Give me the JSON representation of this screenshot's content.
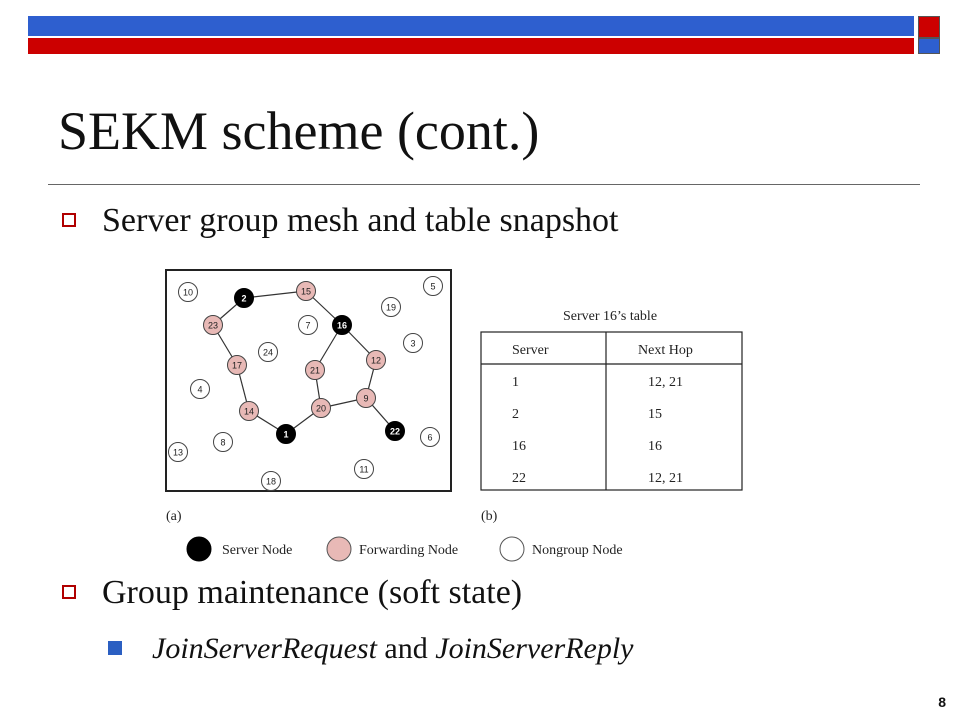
{
  "slide": {
    "title": "SEKM scheme (cont.)",
    "page_number": "8",
    "colors": {
      "header_blue": "#2e5fcf",
      "header_red": "#cc0000",
      "bullet_red": "#b00000",
      "sub_bullet_blue": "#2b5fc2"
    }
  },
  "bullets": [
    {
      "text": "Server group mesh and table snapshot"
    },
    {
      "text": "Group maintenance (soft state)"
    }
  ],
  "sub_bullet": {
    "part1": "JoinServerRequest",
    "part2": " and ",
    "part3": "JoinServerReply"
  },
  "figure": {
    "label_a": "(a)",
    "label_b": "(b)",
    "table_title": "Server 16’s table",
    "columns": [
      "Server",
      "Next Hop"
    ],
    "rows": [
      [
        "1",
        "12, 21"
      ],
      [
        "2",
        "15"
      ],
      [
        "16",
        "16"
      ],
      [
        "22",
        "12, 21"
      ]
    ],
    "legend": [
      "Server Node",
      "Forwarding Node",
      "Nongroup Node"
    ],
    "nodes": [
      {
        "id": "10",
        "type": "nongroup"
      },
      {
        "id": "2",
        "type": "server"
      },
      {
        "id": "15",
        "type": "forwarding"
      },
      {
        "id": "5",
        "type": "nongroup"
      },
      {
        "id": "23",
        "type": "forwarding"
      },
      {
        "id": "7",
        "type": "nongroup"
      },
      {
        "id": "16",
        "type": "server"
      },
      {
        "id": "19",
        "type": "nongroup"
      },
      {
        "id": "3",
        "type": "nongroup"
      },
      {
        "id": "24",
        "type": "nongroup"
      },
      {
        "id": "17",
        "type": "forwarding"
      },
      {
        "id": "21",
        "type": "forwarding"
      },
      {
        "id": "12",
        "type": "forwarding"
      },
      {
        "id": "4",
        "type": "nongroup"
      },
      {
        "id": "9",
        "type": "forwarding"
      },
      {
        "id": "14",
        "type": "forwarding"
      },
      {
        "id": "20",
        "type": "forwarding"
      },
      {
        "id": "22",
        "type": "server"
      },
      {
        "id": "6",
        "type": "nongroup"
      },
      {
        "id": "1",
        "type": "server"
      },
      {
        "id": "8",
        "type": "nongroup"
      },
      {
        "id": "13",
        "type": "nongroup"
      },
      {
        "id": "11",
        "type": "nongroup"
      },
      {
        "id": "18",
        "type": "nongroup"
      }
    ],
    "edges": [
      [
        "2",
        "15"
      ],
      [
        "15",
        "16"
      ],
      [
        "2",
        "23"
      ],
      [
        "23",
        "17"
      ],
      [
        "17",
        "14"
      ],
      [
        "14",
        "1"
      ],
      [
        "1",
        "20"
      ],
      [
        "20",
        "21"
      ],
      [
        "21",
        "16"
      ],
      [
        "20",
        "9"
      ],
      [
        "16",
        "12"
      ],
      [
        "12",
        "9"
      ],
      [
        "9",
        "22"
      ]
    ]
  }
}
